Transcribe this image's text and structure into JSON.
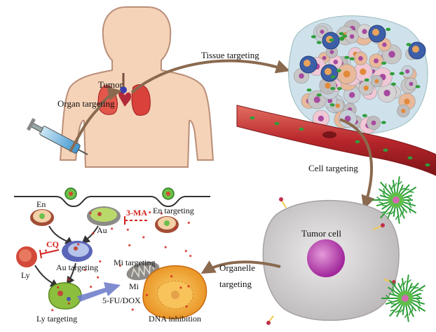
{
  "labels": {
    "tumor": "Tumor",
    "organ_targeting": "Organ targeting",
    "tissue_targeting": "Tissue targeting",
    "cell_targeting": "Cell targeting",
    "tumor_cell": "Tumor cell",
    "organelle_targeting_line1": "Organelle",
    "organelle_targeting_line2": "targeting",
    "en": "En",
    "au": "Au",
    "three_ma": "3-MA",
    "en_targeting": "En targeting",
    "cq": "CQ",
    "ly": "Ly",
    "au_targeting": "Au targeting",
    "mi_targeting": "Mi targeting",
    "mi": "Mi",
    "fu_dox": "5-FU/DOX",
    "ly_targeting": "Ly targeting",
    "dna_inhibition": "DNA inhibition"
  },
  "colors": {
    "skin": "#f5d3b8",
    "skin_outline": "#b98e78",
    "arrow": "#8a6a4f",
    "vessel": "#b8262b",
    "tumor_cell": "#d8d5d6",
    "nucleus": "#b83aa8",
    "inhibitor_red": "#d2231e",
    "dc_green": "#2f9e3a"
  }
}
